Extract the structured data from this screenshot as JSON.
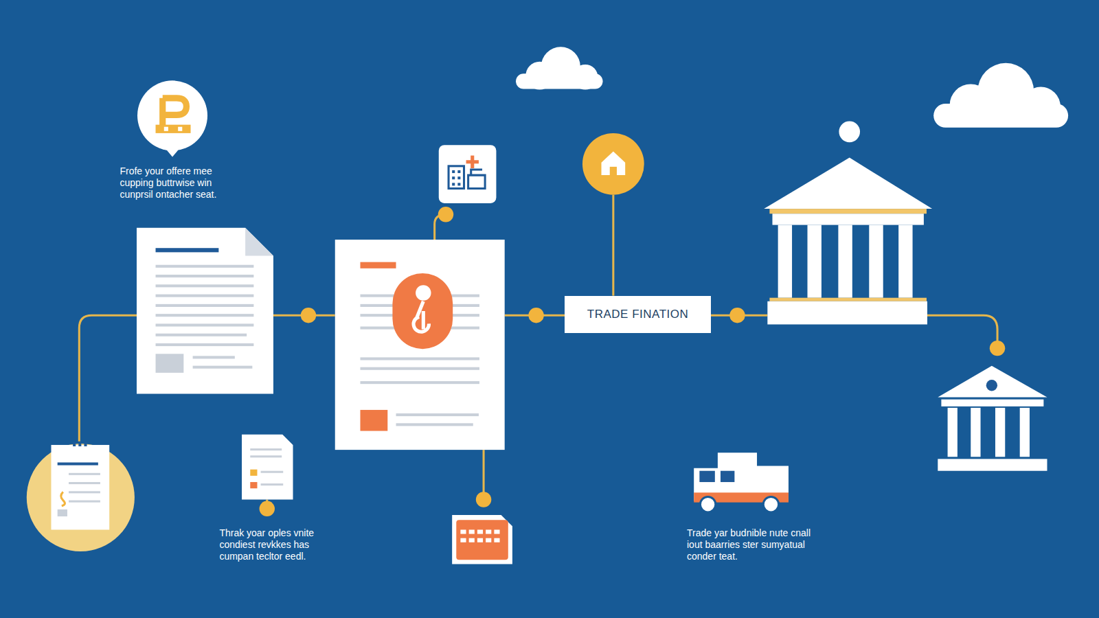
{
  "diagram": {
    "nodes": [
      {
        "text": [
          "TRADE FINATION"
        ]
      }
    ],
    "labels": [
      "Frofe your offere mee cupping buttrwise win cunprsil ontacher seat.",
      "Thrak yoar oples vnite condiest revkkes has cumpan tecltor eedl.",
      "Trade yar budnible nute cnall iout baarries ster sumyatual conder teat."
    ]
  }
}
